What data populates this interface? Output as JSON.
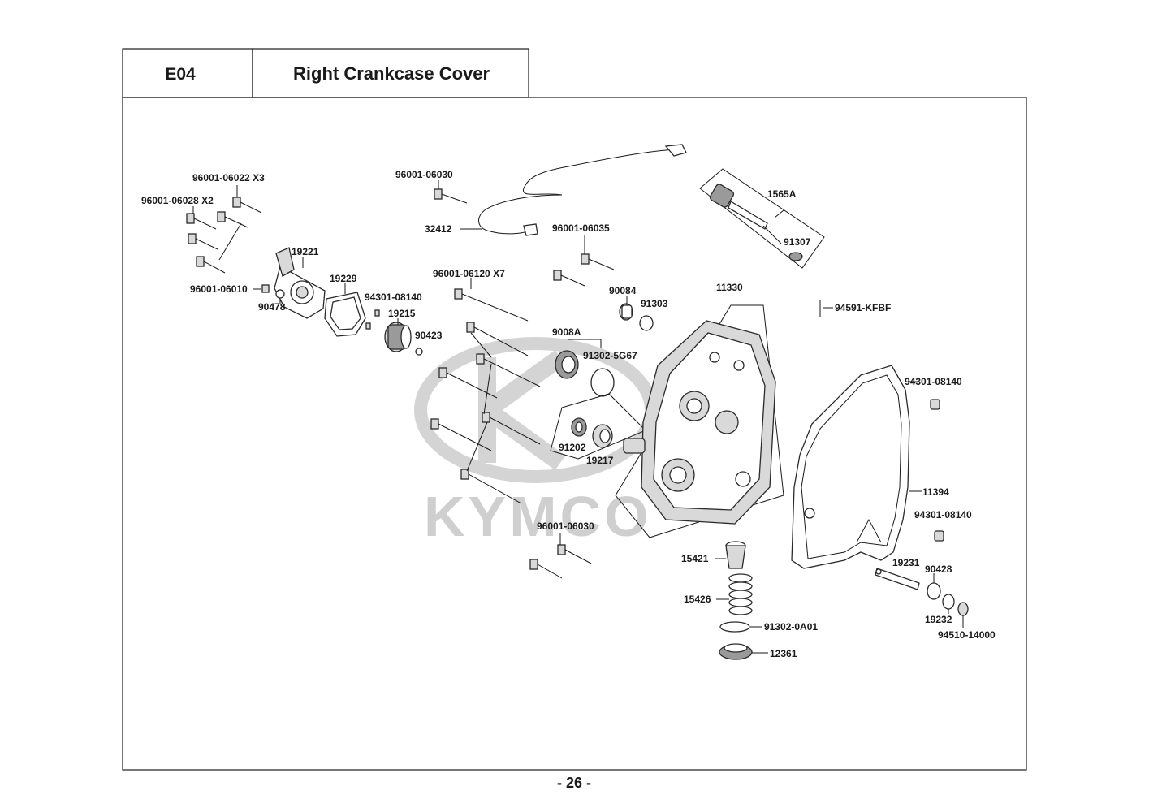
{
  "header": {
    "code": "E04",
    "title": "Right Crankcase Cover"
  },
  "page_number": "- 26 -",
  "watermark": {
    "text": "KYMCO"
  },
  "labels": {
    "b_06022": "96001-06022 X3",
    "b_06028": "96001-06028 X2",
    "b_06010": "96001-06010",
    "p_19221": "19221",
    "p_19229": "19229",
    "p_90478": "90478",
    "p_94301_a": "94301-08140",
    "p_19215": "19215",
    "p_90423": "90423",
    "b_06030_top": "96001-06030",
    "p_32412": "32412",
    "b_06035": "96001-06035",
    "b_06120": "96001-06120 X7",
    "p_90084": "90084",
    "p_91303": "91303",
    "p_9008A": "9008A",
    "p_91302_5G67": "91302-5G67",
    "p_91202": "91202",
    "p_19217": "19217",
    "p_1565A": "1565A",
    "p_91307": "91307",
    "p_11330": "11330",
    "p_94591": "94591-KFBF",
    "p_94301_b": "94301-08140",
    "p_11394": "11394",
    "p_94301_c": "94301-08140",
    "b_06030_bottom": "96001-06030",
    "p_15421": "15421",
    "p_15426": "15426",
    "p_91302_0A01": "91302-0A01",
    "p_12361": "12361",
    "p_19231": "19231",
    "p_90428": "90428",
    "p_19232": "19232",
    "p_94510": "94510-14000"
  }
}
